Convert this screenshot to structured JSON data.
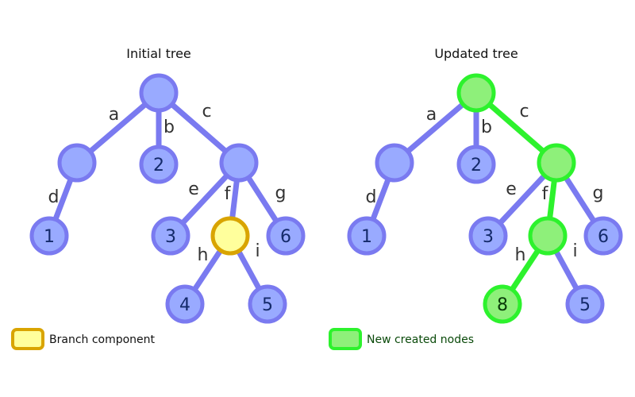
{
  "colors": {
    "edge": "#7a7af0",
    "node_fill": "#99aaff",
    "node_stroke": "#7a7af0",
    "leaf_text": "#142a6a",
    "branch_fill": "#ffff9c",
    "branch_stroke": "#d9a400",
    "new_fill": "#8ef07a",
    "new_stroke": "#2df22d",
    "new_text": "#0a3a0a",
    "legend_new_text": "#0a4a0a",
    "legend_branch_text": "#111111"
  },
  "diagrams": [
    {
      "title": "Initial tree",
      "nodes": [
        {
          "id": "root",
          "label": ""
        },
        {
          "id": "na",
          "label": ""
        },
        {
          "id": "nb",
          "label": "2"
        },
        {
          "id": "nc",
          "label": ""
        },
        {
          "id": "nd",
          "label": "1"
        },
        {
          "id": "ne",
          "label": "3"
        },
        {
          "id": "nf",
          "label": "",
          "style": "branch"
        },
        {
          "id": "ng",
          "label": "6"
        },
        {
          "id": "nh",
          "label": "4"
        },
        {
          "id": "ni",
          "label": "5"
        }
      ],
      "edges": [
        {
          "from": "root",
          "to": "na",
          "label": "a"
        },
        {
          "from": "root",
          "to": "nb",
          "label": "b"
        },
        {
          "from": "root",
          "to": "nc",
          "label": "c"
        },
        {
          "from": "na",
          "to": "nd",
          "label": "d"
        },
        {
          "from": "nc",
          "to": "ne",
          "label": "e"
        },
        {
          "from": "nc",
          "to": "nf",
          "label": "f"
        },
        {
          "from": "nc",
          "to": "ng",
          "label": "g"
        },
        {
          "from": "nf",
          "to": "nh",
          "label": "h"
        },
        {
          "from": "nf",
          "to": "ni",
          "label": "i"
        }
      ]
    },
    {
      "title": "Updated tree",
      "nodes": [
        {
          "id": "root",
          "label": "",
          "style": "new"
        },
        {
          "id": "na",
          "label": ""
        },
        {
          "id": "nb",
          "label": "2"
        },
        {
          "id": "nc",
          "label": "",
          "style": "new"
        },
        {
          "id": "nd",
          "label": "1"
        },
        {
          "id": "ne",
          "label": "3"
        },
        {
          "id": "nf",
          "label": "",
          "style": "new"
        },
        {
          "id": "ng",
          "label": "6"
        },
        {
          "id": "nh",
          "label": "8",
          "style": "new"
        },
        {
          "id": "ni",
          "label": "5"
        }
      ],
      "edges": [
        {
          "from": "root",
          "to": "na",
          "label": "a"
        },
        {
          "from": "root",
          "to": "nb",
          "label": "b"
        },
        {
          "from": "root",
          "to": "nc",
          "label": "c",
          "style": "new"
        },
        {
          "from": "na",
          "to": "nd",
          "label": "d"
        },
        {
          "from": "nc",
          "to": "ne",
          "label": "e"
        },
        {
          "from": "nc",
          "to": "nf",
          "label": "f",
          "style": "new"
        },
        {
          "from": "nc",
          "to": "ng",
          "label": "g"
        },
        {
          "from": "nf",
          "to": "nh",
          "label": "h",
          "style": "new"
        },
        {
          "from": "nf",
          "to": "ni",
          "label": "i"
        }
      ]
    }
  ],
  "legend": [
    {
      "label": "Branch component",
      "style": "branch"
    },
    {
      "label": "New created nodes",
      "style": "new"
    }
  ]
}
